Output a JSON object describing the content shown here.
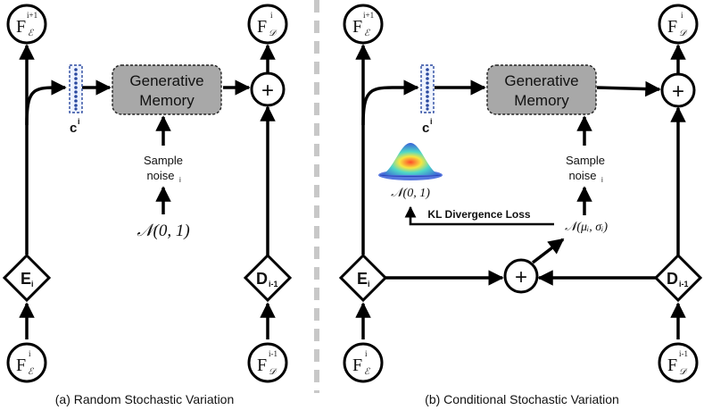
{
  "panel_a": {
    "nodes": {
      "f_enc_next": {
        "base": "F",
        "sub": "ℰ",
        "sup": "i+1"
      },
      "f_dec_cur": {
        "base": "F",
        "sub": "𝒟",
        "sup": "i"
      },
      "f_enc_cur": {
        "base": "F",
        "sub": "ℰ",
        "sup": "i"
      },
      "f_dec_prev": {
        "base": "F",
        "sub": "𝒟",
        "sup": "i-1"
      },
      "encoder": {
        "base": "E",
        "sub": "i"
      },
      "decoder": {
        "base": "D",
        "sub": "i-1"
      },
      "sum": "+"
    },
    "code": {
      "base": "c",
      "sup": "i"
    },
    "memory": {
      "line1": "Generative",
      "line2": "Memory"
    },
    "noise": {
      "line1": "Sample",
      "line2": "noise",
      "sub": "i"
    },
    "distribution": "𝒩(0, 1)",
    "caption": "(a) Random Stochastic Variation"
  },
  "panel_b": {
    "nodes": {
      "f_enc_next": {
        "base": "F",
        "sub": "ℰ",
        "sup": "i+1"
      },
      "f_dec_cur": {
        "base": "F",
        "sub": "𝒟",
        "sup": "i"
      },
      "f_enc_cur": {
        "base": "F",
        "sub": "ℰ",
        "sup": "i"
      },
      "f_dec_prev": {
        "base": "F",
        "sub": "𝒟",
        "sup": "i-1"
      },
      "encoder": {
        "base": "E",
        "sub": "i"
      },
      "decoder": {
        "base": "D",
        "sub": "i-1"
      },
      "sum_top": "+",
      "sum_bottom": "+"
    },
    "code": {
      "base": "c",
      "sup": "i"
    },
    "memory": {
      "line1": "Generative",
      "line2": "Memory"
    },
    "noise": {
      "line1": "Sample",
      "line2": "noise",
      "sub": "i"
    },
    "prior": "𝒩(0, 1)",
    "posterior": "𝒩(μᵢ, σᵢ)",
    "loss": "KL Divergence Loss",
    "caption": "(b) Conditional Stochastic Variation"
  }
}
